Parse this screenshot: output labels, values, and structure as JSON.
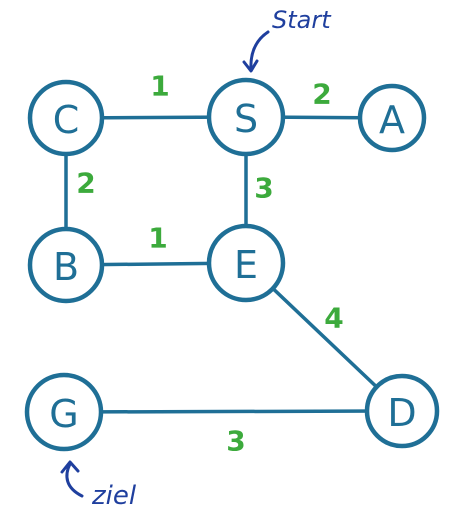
{
  "nodes": [
    {
      "id": "S",
      "label": "S"
    },
    {
      "id": "A",
      "label": "A"
    },
    {
      "id": "C",
      "label": "C"
    },
    {
      "id": "B",
      "label": "B"
    },
    {
      "id": "E",
      "label": "E"
    },
    {
      "id": "D",
      "label": "D"
    },
    {
      "id": "G",
      "label": "G"
    }
  ],
  "edges": [
    {
      "from": "C",
      "to": "S",
      "weight": "1"
    },
    {
      "from": "S",
      "to": "A",
      "weight": "2"
    },
    {
      "from": "C",
      "to": "B",
      "weight": "2"
    },
    {
      "from": "S",
      "to": "E",
      "weight": "3"
    },
    {
      "from": "B",
      "to": "E",
      "weight": "1"
    },
    {
      "from": "E",
      "to": "D",
      "weight": "4"
    },
    {
      "from": "G",
      "to": "D",
      "weight": "3"
    }
  ],
  "annotations": {
    "start_label": "Start",
    "goal_label": "ziel"
  },
  "colors": {
    "node_stroke": "#1f6f96",
    "weight": "#3caa3c",
    "annotation": "#1f3f9e"
  }
}
